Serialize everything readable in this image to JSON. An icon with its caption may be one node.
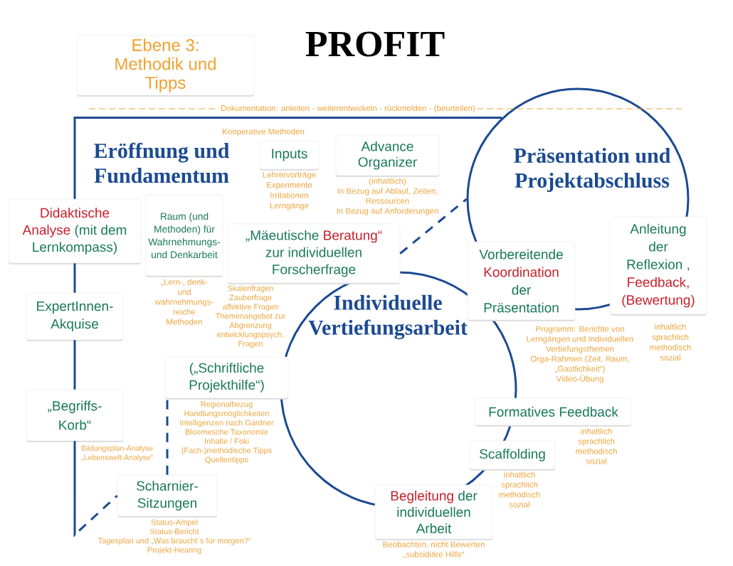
{
  "diagram": {
    "title": "PROFIT",
    "nodes": [
      {
        "text": [
          "Ebene 3: Methodik und Tipps"
        ]
      },
      {
        "text": [
          "Inputs"
        ],
        "beside": [
          "Lehrervorträge",
          "Experimente",
          "Irritationen",
          "Lerngänge"
        ]
      },
      {
        "text": [
          "Advance Organizer"
        ],
        "beside": [
          "(inhaltlich)",
          "In Bezug auf Ablauf, Zeiten, Ressourcen",
          "In Bezug auf Anforderungen"
        ]
      },
      {
        "text": [
          "Präsentation und Projektabschluss"
        ]
      },
      {
        "text": [
          "Raum (und Methoden) für Wahrnehmungs- und Denkarbeit"
        ],
        "beside": [
          "„Lern-, denk- und wahrnehmungs-reiche Methoden"
        ]
      },
      {
        "text": [
          "Didaktische Analyse",
          "(mit dem Lernkompass)"
        ]
      },
      {
        "text": [
          "„Mäeutische",
          "Beratung“",
          "zur individuellen Forscherfrage"
        ],
        "beside": [
          "Skalenfragen",
          "Zauberfrage",
          "affektive Fragen",
          "Themenangebot zur Abgrenzung entwicklungspsych. Fragen"
        ]
      },
      {
        "text": [
          "Anleitung der Reflexion ,",
          "Feedback, (Bewertung)"
        ],
        "beside": [
          "inhaltlich",
          "sprachlich",
          "methodisch",
          "sozial"
        ]
      },
      {
        "text": [
          "Vorbereitende",
          "Koordination",
          "der Präsentation"
        ],
        "beside": [
          "Programm: Berichte von Lerngängen und Individuellen Vertiefungsthemen",
          "Orga-Rahmen (Zeit, Raum, „Gastlichkeit“)",
          "Video-Übung"
        ]
      },
      {
        "text": [
          "Individuelle Vertiefungsarbeit"
        ]
      },
      {
        "text": [
          "ExpertInnen-Akquise"
        ]
      },
      {
        "text": [
          "(„Schriftliche Projekthilfe“)"
        ],
        "beside": [
          "Regionalbezug",
          "Handlungsmöglichkeiten",
          "Intelligenzen nach Gardner",
          "Bloomesche Taxonomie",
          "Inhalte / Foki",
          "(Fach-)methodische Tipps",
          "Quellentipps"
        ]
      },
      {
        "text": [
          "„Begriffs-Korb“"
        ],
        "beside": [
          "Bildungsplan-Analyse",
          "„Lebenswelt-Analyse“"
        ]
      },
      {
        "text": [
          "Formatives Feedback"
        ],
        "beside": [
          "inhaltlich",
          "sprachlich",
          "methodisch",
          "sozial"
        ]
      },
      {
        "text": [
          "Scaffolding"
        ],
        "beside": [
          "inhaltlich",
          "sprachlich",
          "methodisch",
          "sozial"
        ]
      },
      {
        "text": [
          "Scharnier-Sitzungen"
        ],
        "beside": [
          "Status-Ampel",
          "Status-Bericht",
          "Tagesplan und „Was braucht´s für morgen?“",
          "Projekt-Hearing"
        ]
      },
      {
        "text": [
          "Begleitung",
          "der individuellen Arbeit"
        ],
        "beside": [
          "Beobachten, nicht Bewerten",
          "„subsidiäre Hilfe“"
        ]
      }
    ],
    "edges": [
      {
        "from": 3,
        "to": 5,
        "arrow": "none"
      },
      {
        "from": 5,
        "to": 10,
        "arrow": "none"
      },
      {
        "from": 10,
        "to": 12,
        "arrow": "none"
      },
      {
        "from": 12,
        "to": 15,
        "arrow": "none",
        "style": "dashed"
      },
      {
        "from": 15,
        "to": 11,
        "arrow": "none",
        "style": "dashed"
      },
      {
        "from": 6,
        "to": 3,
        "arrow": "none",
        "style": "dashed"
      }
    ],
    "labels": [
      "Eröffnung und Fundamentum",
      "Dokumentation: anleiten - weiterentwickeln - rückmelden - (beurteilen)",
      "Kooperative Methoden"
    ]
  }
}
